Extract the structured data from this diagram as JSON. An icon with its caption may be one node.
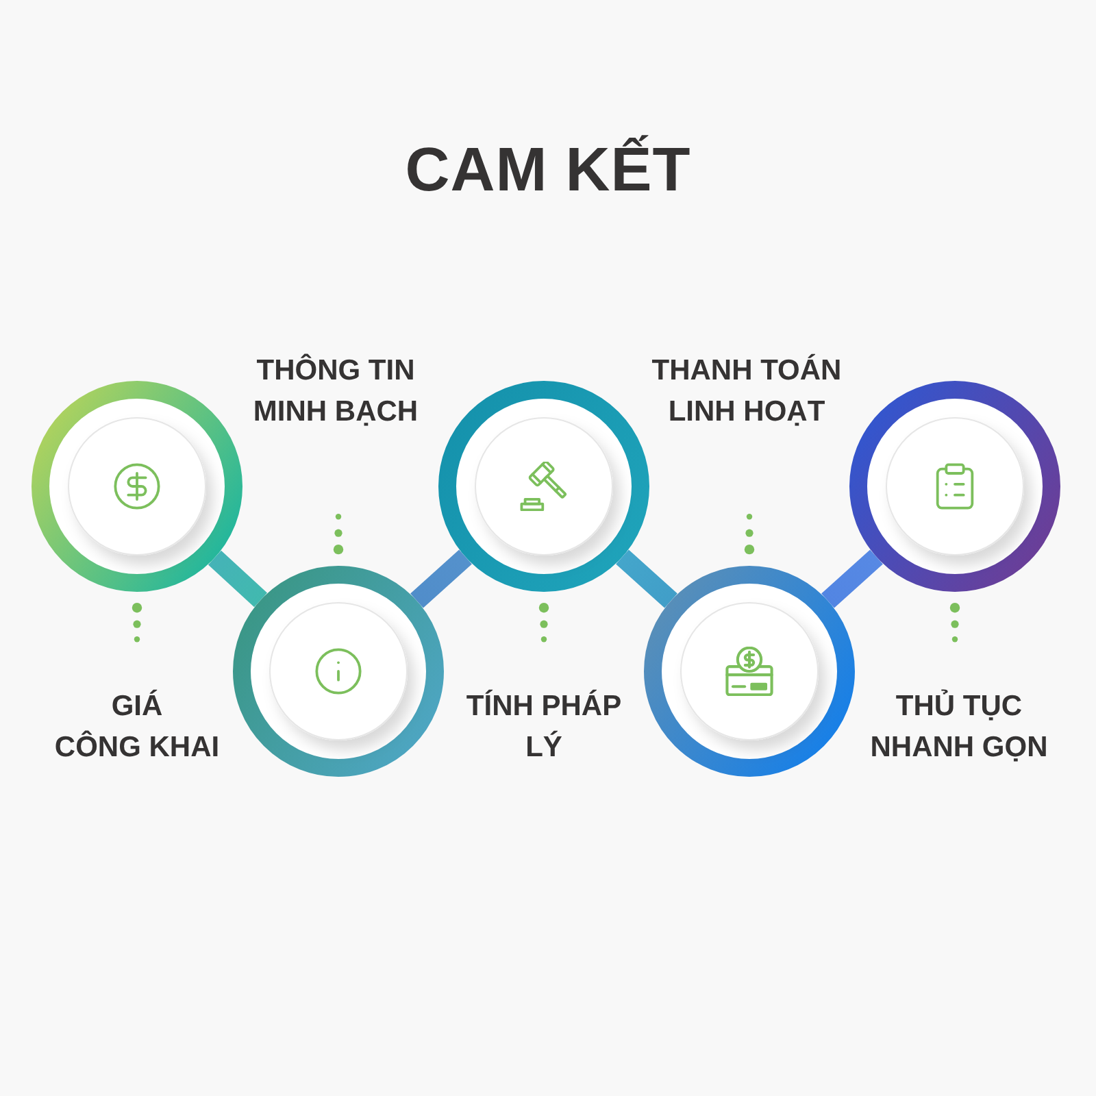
{
  "diagram": {
    "title": "CAM KẾT",
    "nodes": [
      {
        "text": [],
        "shape": "circle"
      },
      {
        "text": [],
        "shape": "circle"
      },
      {
        "text": [],
        "shape": "circle"
      },
      {
        "text": [],
        "shape": "circle"
      },
      {
        "text": [],
        "shape": "circle"
      }
    ],
    "edges": [
      {
        "from": 0,
        "to": 1,
        "arrow": "none"
      },
      {
        "from": 1,
        "to": 2,
        "arrow": "none"
      },
      {
        "from": 2,
        "to": 3,
        "arrow": "none"
      },
      {
        "from": 3,
        "to": 4,
        "arrow": "none"
      }
    ],
    "labels": [
      "THÔNG TIN MINH BẠCH",
      "THANH TOÁN LINH HOẠT",
      "GIÁ CÔNG KHAI",
      "TÍNH PHÁP LÝ",
      "THỦ TỤC NHANH GỌN"
    ]
  }
}
